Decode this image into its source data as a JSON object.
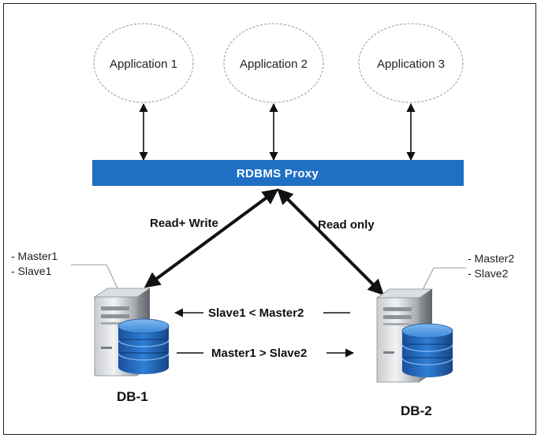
{
  "applications": [
    "Application 1",
    "Application 2",
    "Application 3"
  ],
  "proxy": {
    "label": "RDBMS Proxy",
    "color": "#1f6fc5"
  },
  "links": {
    "left": "Read+ Write",
    "right": "Read only"
  },
  "replication": {
    "to_db1": "Slave1 < Master2",
    "to_db2": "Master1 > Slave2"
  },
  "db1": {
    "name": "DB-1",
    "roles": [
      "- Master1",
      "- Slave1"
    ]
  },
  "db2": {
    "name": "DB-2",
    "roles": [
      "- Master2",
      "- Slave2"
    ]
  },
  "icons": {
    "server": "server-tower-icon",
    "database": "database-cylinder-icon"
  }
}
